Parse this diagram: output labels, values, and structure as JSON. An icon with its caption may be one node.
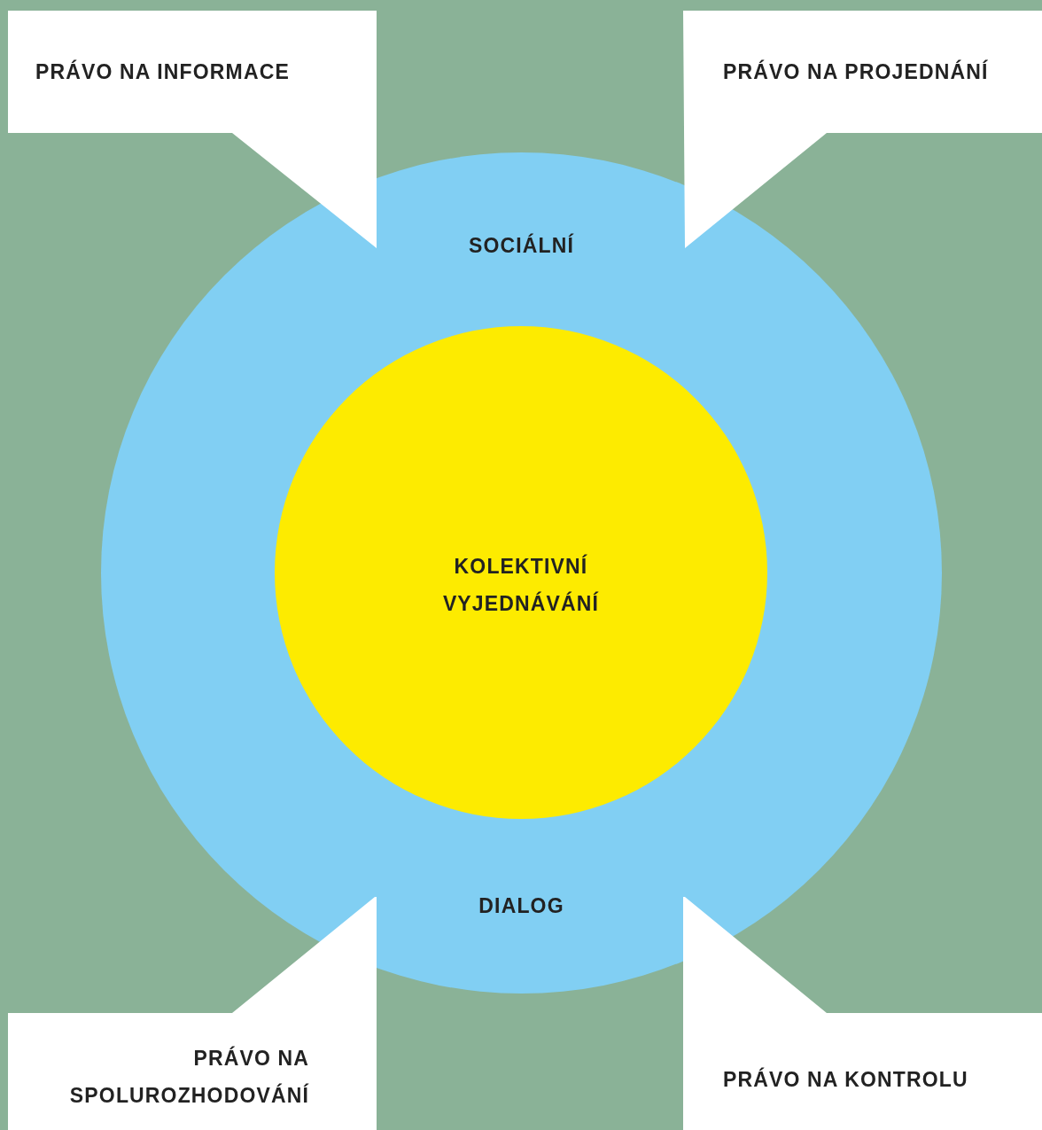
{
  "diagram": {
    "nodes": [
      {
        "text": [
          "PRÁVO NA INFORMACE"
        ]
      },
      {
        "text": [
          "PRÁVO NA PROJEDNÁNÍ"
        ]
      },
      {
        "text": [
          "SOCIÁLNÍ",
          "DIALOG"
        ]
      },
      {
        "text": [
          "KOLEKTIVNÍ VYJEDNÁVÁNÍ"
        ],
        "in": 2
      },
      {
        "text": [
          "PRÁVO NA SPOLUROZHODOVÁNÍ"
        ]
      },
      {
        "text": [
          "PRÁVO NA KONTROLU"
        ]
      }
    ]
  }
}
